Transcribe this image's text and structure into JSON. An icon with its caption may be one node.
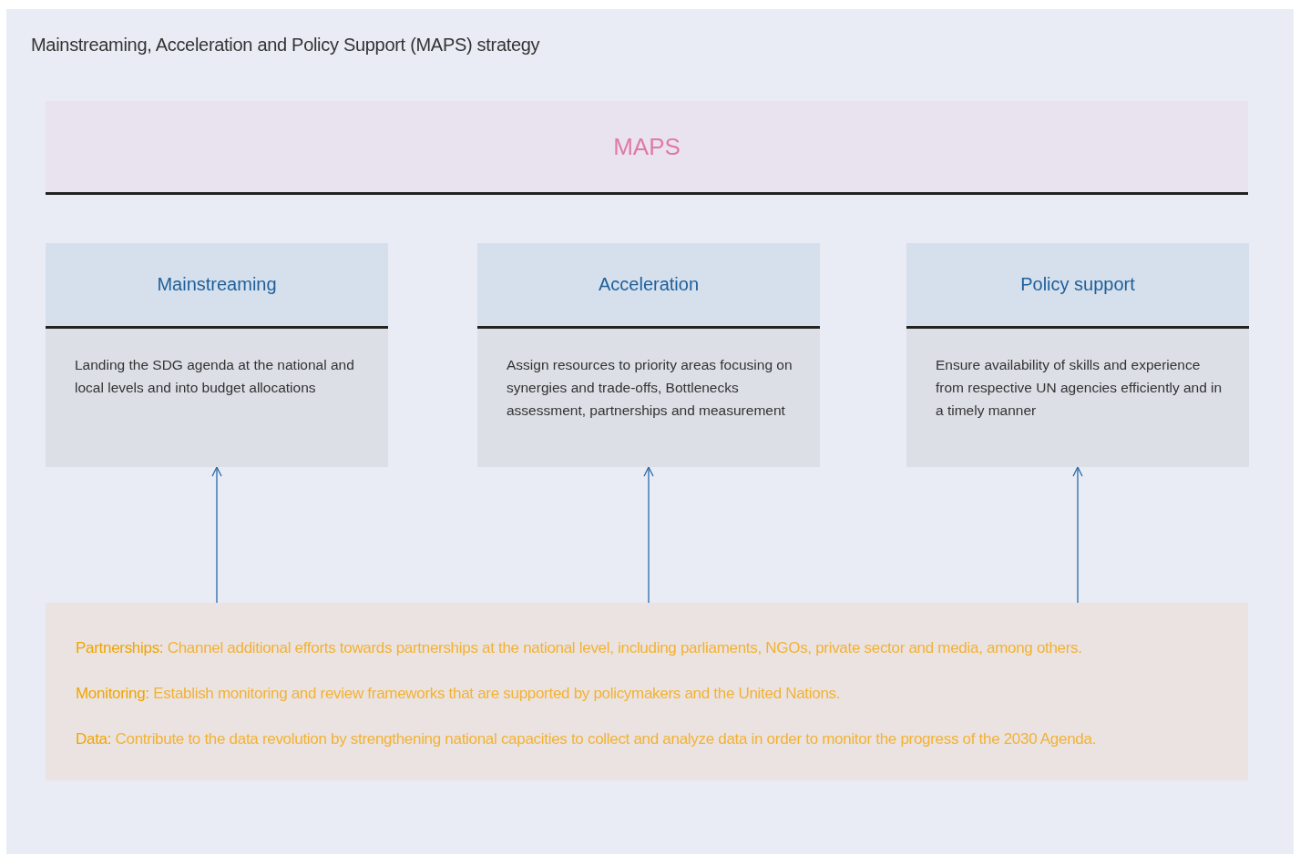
{
  "diagram": {
    "title": "Mainstreaming, Acceleration and Policy Support (MAPS) strategy",
    "nodes": [
      {
        "text": [
          "MAPS"
        ]
      },
      {
        "text": [
          "Mainstreaming",
          "Landing the SDG agenda at the national and local levels and into budget allocations"
        ]
      },
      {
        "text": [
          "Acceleration",
          "Assign resources to priority areas focusing on synergies and trade-offs, Bottlenecks assessment, partnerships and measurement"
        ]
      },
      {
        "text": [
          "Policy support",
          "Ensure availability of skills and experience from respective UN agencies efficiently and in a timely manner"
        ]
      },
      {
        "text": [
          "**Partnerships:** Channel additional efforts towards partnerships at the national level, including parliaments, NGOs, private sector and media, among others.",
          "**Monitoring:** Establish monitoring and review frameworks that are supported by policymakers and the United Nations.",
          "**Data:** Contribute to the data revolution by strengthening national capacities to collect and analyze data in order to monitor the progress of the 2030 Agenda."
        ]
      }
    ],
    "edges": [
      {
        "from": 4,
        "to": 1,
        "arrow": "to"
      },
      {
        "from": 4,
        "to": 2,
        "arrow": "to"
      },
      {
        "from": 4,
        "to": 3,
        "arrow": "to"
      }
    ]
  }
}
